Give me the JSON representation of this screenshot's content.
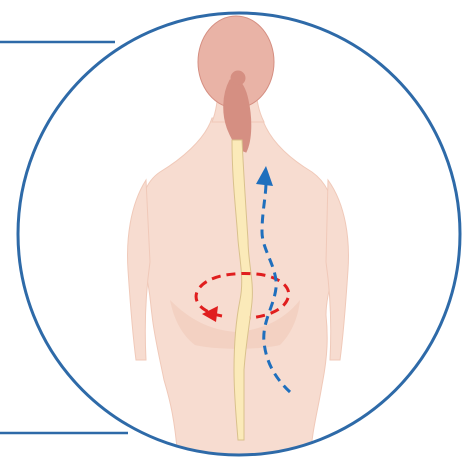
{
  "colors": {
    "frame_outline": "#2e6aa8",
    "skin": "#f7dcd0",
    "skin_shadow": "#f0c9b9",
    "hair": "#e9b3a6",
    "hair_dark": "#d58f82",
    "spine": "#fbeab9",
    "spine_outline": "#d9c18c",
    "upward_arrow": "#1f6fbd",
    "rotation_arrow": "#e01e1e",
    "background": "#ffffff"
  },
  "diagram": {
    "elements": [
      {
        "name": "callout-leader-top",
        "icon": "line"
      },
      {
        "name": "callout-leader-bottom",
        "icon": "line"
      },
      {
        "name": "circular-frame",
        "icon": "circle-outline"
      },
      {
        "name": "human-back-figure",
        "icon": "torso-back-view"
      },
      {
        "name": "spine",
        "icon": "spinal-column"
      },
      {
        "name": "upward-dashed-arrow",
        "icon": "dashed-arrow-up",
        "direction": "up"
      },
      {
        "name": "rotation-dashed-arrow",
        "icon": "dashed-arrow-circular",
        "direction": "rotation"
      }
    ]
  }
}
